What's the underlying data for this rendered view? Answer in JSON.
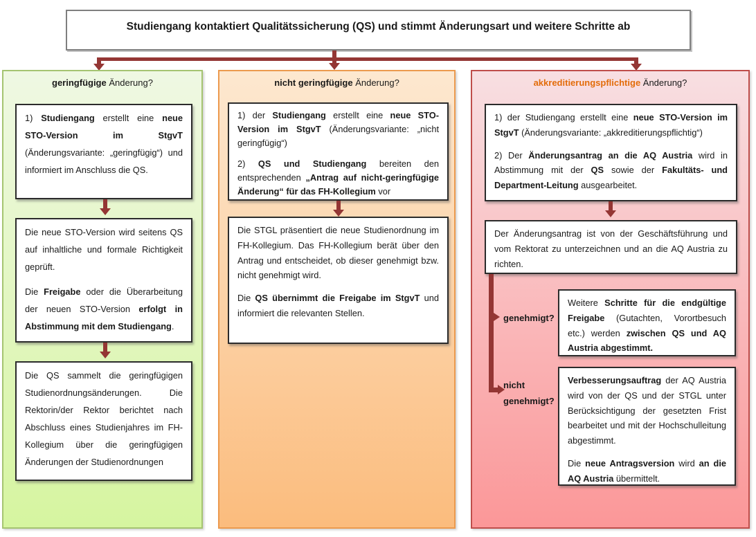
{
  "title": "Studiengang kontaktiert Qualitätssicherung (QS) und stimmt Änderungsart und weitere Schritte ab",
  "colors": {
    "arrow": "#943634",
    "accent_orange": "#E36C0A",
    "green_border": "#A5C471",
    "orange_border": "#EC9A4E",
    "red_border": "#BF4E4B",
    "title_border": "#7F7F7F"
  },
  "columns": [
    {
      "id": "geringfuegig",
      "header": [
        {
          "t": "geringfügige",
          "b": true
        },
        {
          "t": " Änderung?"
        }
      ],
      "boxes": [
        {
          "paragraphs": [
            [
              {
                "t": "1) "
              },
              {
                "t": "Studiengang",
                "b": true
              },
              {
                "t": " erstellt eine "
              },
              {
                "t": "neue STO-Version im StgvT",
                "b": true
              },
              {
                "t": " (Änderungsvariante: „geringfügig“) und informiert im Anschluss die QS."
              }
            ]
          ]
        },
        {
          "paragraphs": [
            [
              {
                "t": "Die neue STO-Version wird seitens QS auf inhaltliche und formale Richtigkeit geprüft."
              }
            ],
            [
              {
                "t": "Die "
              },
              {
                "t": "Freigabe",
                "b": true
              },
              {
                "t": " oder die Überarbeitung der neuen STO-Version "
              },
              {
                "t": "erfolgt in Abstimmung mit dem Studiengang",
                "b": true
              },
              {
                "t": "."
              }
            ]
          ]
        },
        {
          "paragraphs": [
            [
              {
                "t": "Die QS sammelt die geringfügigen Studienordnungsänderungen. Die Rektorin/der Rektor berichtet nach Abschluss eines Studienjahres im FH-Kollegium über die geringfügigen Änderungen der Studienordnungen"
              }
            ]
          ]
        }
      ]
    },
    {
      "id": "nicht-geringfuegig",
      "header": [
        {
          "t": "nicht geringfügige",
          "b": true
        },
        {
          "t": " Änderung?"
        }
      ],
      "boxes": [
        {
          "paragraphs": [
            [
              {
                "t": "1) der "
              },
              {
                "t": "Studiengang",
                "b": true
              },
              {
                "t": " erstellt eine "
              },
              {
                "t": "neue STO-Version im StgvT",
                "b": true
              },
              {
                "t": " (Änderungsvariante: „nicht geringfügig“)"
              }
            ],
            [
              {
                "t": "2) "
              },
              {
                "t": "QS und Studiengang",
                "b": true
              },
              {
                "t": " bereiten den entsprechenden "
              },
              {
                "t": "„Antrag auf nicht-geringfügige Änderung“ für das FH-Kollegium",
                "b": true
              },
              {
                "t": " vor"
              }
            ]
          ]
        },
        {
          "paragraphs": [
            [
              {
                "t": "Die STGL präsentiert die neue Studienordnung im FH-Kollegium. Das FH-Kollegium berät über den Antrag und entscheidet, ob dieser genehmigt bzw. nicht genehmigt wird."
              }
            ],
            [
              {
                "t": "Die "
              },
              {
                "t": "QS übernimmt die Freigabe im StgvT",
                "b": true
              },
              {
                "t": " und informiert die relevanten Stellen."
              }
            ]
          ]
        }
      ]
    },
    {
      "id": "akkreditierungspflichtig",
      "header": [
        {
          "t": "akkreditierungspflichtige",
          "b": true,
          "c": "#E36C0A"
        },
        {
          "t": " Änderung?"
        }
      ],
      "boxes": [
        {
          "paragraphs": [
            [
              {
                "t": "1) der Studiengang erstellt eine "
              },
              {
                "t": "neue STO-Version im StgvT",
                "b": true
              },
              {
                "t": " (Änderungsvariante: „akkreditierungspflichtig“)"
              }
            ],
            [
              {
                "t": "2) Der "
              },
              {
                "t": "Änderungsantrag an die AQ Austria",
                "b": true
              },
              {
                "t": " wird in Abstimmung mit der "
              },
              {
                "t": "QS",
                "b": true
              },
              {
                "t": " sowie der "
              },
              {
                "t": "Fakultäts- und Department-Leitung",
                "b": true
              },
              {
                "t": " ausgearbeitet."
              }
            ]
          ]
        },
        {
          "paragraphs": [
            [
              {
                "t": "Der Änderungsantrag ist von der Geschäftsführung und vom Rektorat zu unterzeichnen und an die AQ Austria zu richten."
              }
            ]
          ]
        }
      ],
      "branches": [
        {
          "label": "genehmigt?",
          "box": {
            "paragraphs": [
              [
                {
                  "t": "Weitere "
                },
                {
                  "t": "Schritte für die endgültige Freigabe",
                  "b": true
                },
                {
                  "t": " (Gutachten, Vorortbesuch etc.) werden "
                },
                {
                  "t": "zwischen QS und AQ Austria abgestimmt.",
                  "b": true
                }
              ]
            ]
          }
        },
        {
          "label": "nicht genehmigt?",
          "box": {
            "paragraphs": [
              [
                {
                  "t": "Verbesserungsauftrag",
                  "b": true
                },
                {
                  "t": " der AQ Austria wird von der QS und der STGL unter Berücksichtigung der gesetzten Frist bearbeitet und mit der Hochschulleitung abgestimmt."
                }
              ],
              [
                {
                  "t": "Die "
                },
                {
                  "t": "neue Antragsversion",
                  "b": true
                },
                {
                  "t": " wird "
                },
                {
                  "t": "an die AQ Austria",
                  "b": true
                },
                {
                  "t": " übermittelt."
                }
              ]
            ]
          }
        }
      ]
    }
  ]
}
